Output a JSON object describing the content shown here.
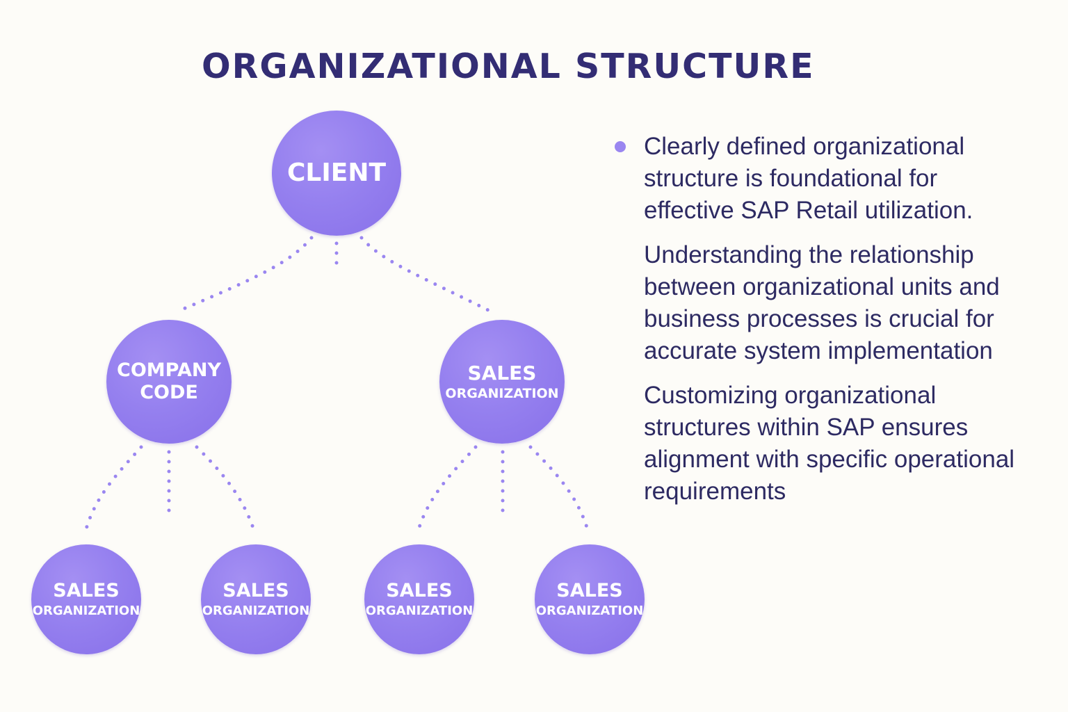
{
  "title": "ORGANIZATIONAL STRUCTURE",
  "colors": {
    "node_fill": "#9580ef",
    "connector": "#9a86f0",
    "title": "#332d74",
    "text": "#2d2a62",
    "background": "#fdfcf8"
  },
  "nodes": {
    "client": {
      "line1": "CLIENT"
    },
    "company_code": {
      "line1": "COMPANY",
      "line2": "CODE"
    },
    "sales_org_mid": {
      "line1": "SALES",
      "line2": "ORGANIZATION"
    },
    "leaves": [
      {
        "line1": "SALES",
        "line2": "ORGANIZATION"
      },
      {
        "line1": "SALES",
        "line2": "ORGANIZATION"
      },
      {
        "line1": "SALES",
        "line2": "ORGANIZATION"
      },
      {
        "line1": "SALES",
        "line2": "ORGANIZATION"
      }
    ]
  },
  "notes": [
    {
      "text": "Clearly defined organizational structure is foundational for effective SAP Retail utilization."
    },
    {
      "text": "Understanding the relationship between organizational units and business processes is crucial for accurate system implementation"
    },
    {
      "text": "Customizing organizational structures within SAP ensures alignment with specific operational requirements"
    }
  ]
}
